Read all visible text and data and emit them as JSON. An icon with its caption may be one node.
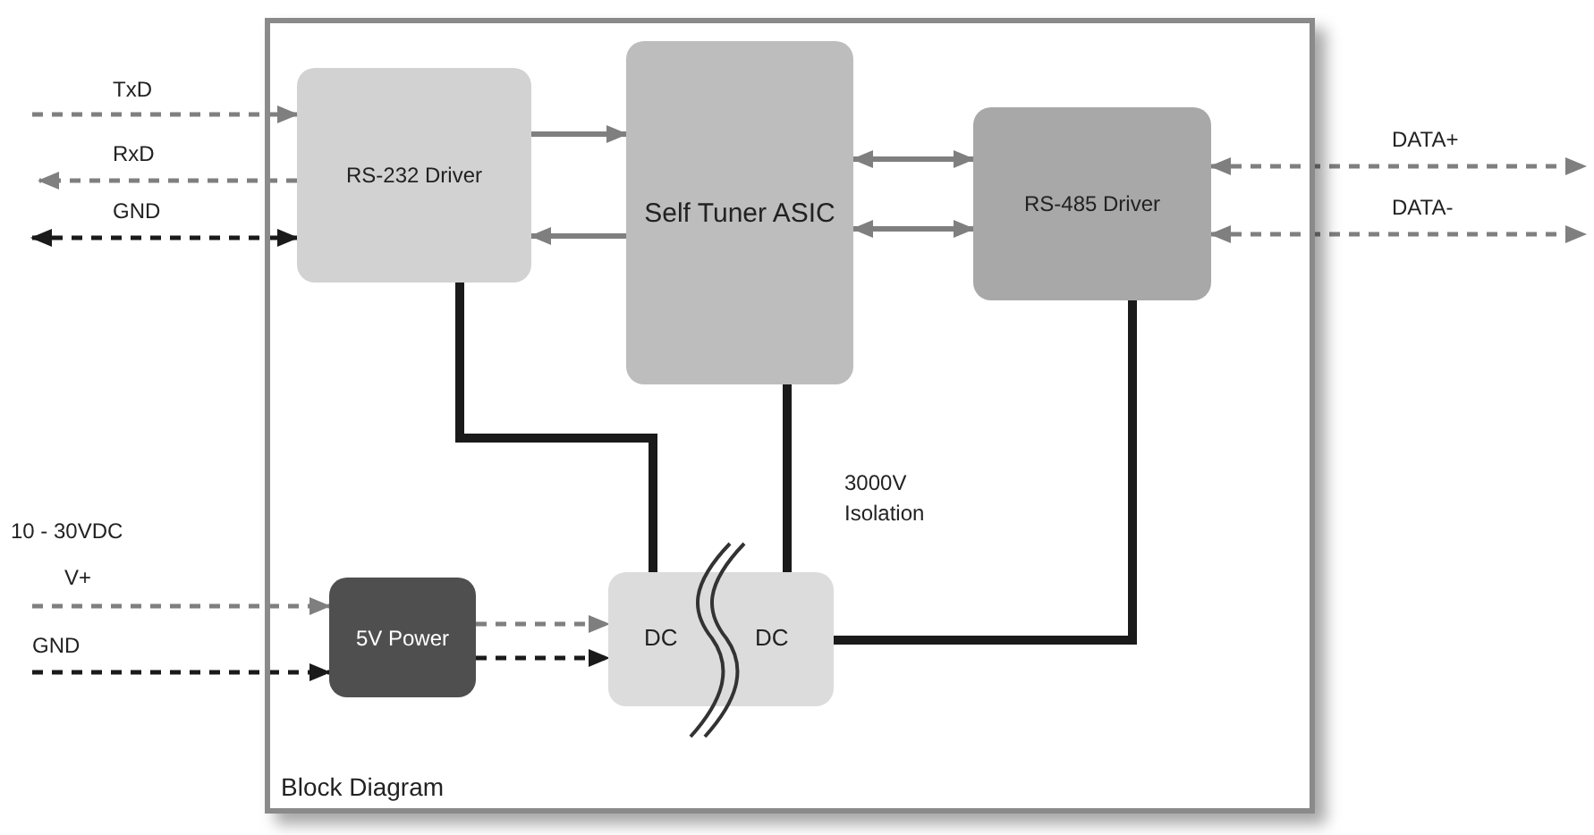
{
  "diagram": {
    "nodes": [
      {
        "text": [
          "Block Diagram"
        ]
      },
      {
        "text": [
          "RS-232 Driver"
        ],
        "in": 0
      },
      {
        "text": [
          "Self Tuner ASIC"
        ],
        "in": 0
      },
      {
        "text": [
          "RS-485 Driver"
        ],
        "in": 0
      },
      {
        "text": [
          "5V Power"
        ],
        "in": 0
      },
      {
        "text": [
          "DC",
          "DC"
        ],
        "in": 0
      }
    ],
    "edges": [
      {
        "from": null,
        "to": 1,
        "arrow": "to",
        "label": "TxD",
        "style": "dashed"
      },
      {
        "from": 1,
        "to": null,
        "arrow": "to",
        "label": "RxD",
        "style": "dashed"
      },
      {
        "from": null,
        "to": 1,
        "arrow": "both",
        "label": "GND",
        "style": "dashed",
        "color": "#1a1a1a"
      },
      {
        "from": 1,
        "to": 2,
        "arrow": "to"
      },
      {
        "from": 2,
        "to": 1,
        "arrow": "to"
      },
      {
        "from": 2,
        "to": 3,
        "arrow": "both"
      },
      {
        "from": 2,
        "to": 3,
        "arrow": "both"
      },
      {
        "from": 3,
        "to": null,
        "arrow": "both",
        "label": "DATA+",
        "style": "dashed"
      },
      {
        "from": 3,
        "to": null,
        "arrow": "both",
        "label": "DATA-",
        "style": "dashed"
      },
      {
        "from": null,
        "to": 4,
        "arrow": "to",
        "label": "V+",
        "style": "dashed"
      },
      {
        "from": null,
        "to": 4,
        "arrow": "to",
        "label": "GND",
        "style": "dashed",
        "color": "#1a1a1a"
      },
      {
        "from": 4,
        "to": 5,
        "arrow": "to",
        "style": "dashed"
      },
      {
        "from": 4,
        "to": 5,
        "arrow": "to",
        "style": "dashed",
        "color": "#1a1a1a"
      },
      {
        "from": 1,
        "to": 5,
        "arrow": "none",
        "style": "thick",
        "color": "#1a1a1a"
      },
      {
        "from": 2,
        "to": 5,
        "arrow": "none",
        "style": "thick",
        "color": "#1a1a1a"
      },
      {
        "from": 3,
        "to": 5,
        "arrow": "none",
        "style": "thick",
        "color": "#1a1a1a"
      }
    ],
    "labels": [
      "10 - 30VDC",
      "3000V Isolation"
    ]
  }
}
